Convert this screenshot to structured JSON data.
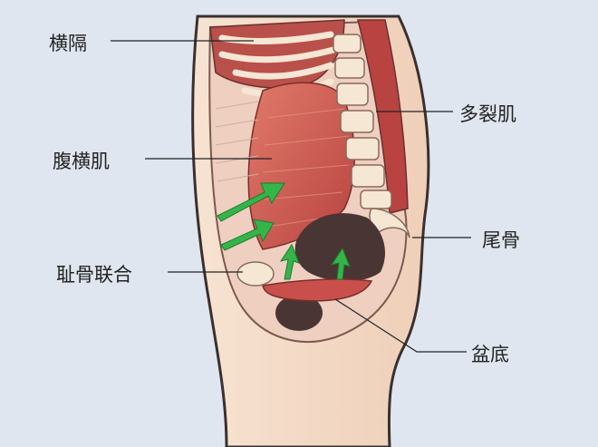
{
  "labels": {
    "diaphragm": "横隔",
    "multifidus": "多裂肌",
    "transversus_abdominis": "腹横肌",
    "coccyx": "尾骨",
    "pubic_symphysis": "耻骨联合",
    "pelvic_floor": "盆底"
  },
  "colors": {
    "background": "#dfe6ef",
    "skin": "#f4dcc8",
    "outline": "#3a3030",
    "muscle": "#c9504a",
    "bone": "#f6e6d4",
    "arrow": "#35b44a",
    "dark_cavity": "#4a3535"
  }
}
